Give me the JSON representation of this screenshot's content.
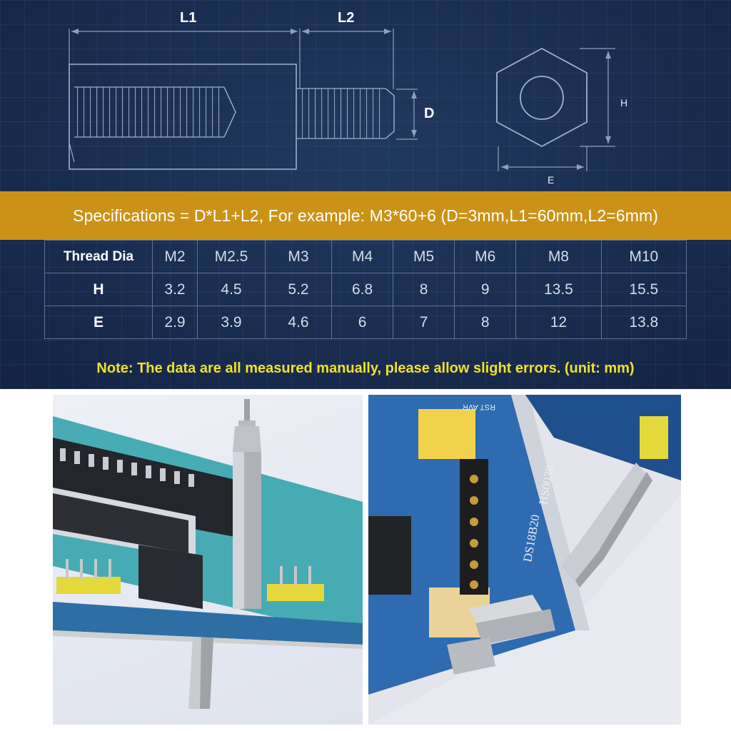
{
  "diagram": {
    "labels": {
      "l1": "L1",
      "l2": "L2",
      "d": "D",
      "h": "H",
      "e": "E"
    }
  },
  "banner": {
    "text": "Specifications = D*L1+L2, For example: M3*60+6 (D=3mm,L1=60mm,L2=6mm)"
  },
  "table": {
    "header": {
      "label": "Thread Dia",
      "cells": [
        "M2",
        "M2.5",
        "M3",
        "M4",
        "M5",
        "M6",
        "M8",
        "M10"
      ]
    },
    "rows": [
      {
        "label": "H",
        "cells": [
          "3.2",
          "4.5",
          "5.2",
          "6.8",
          "8",
          "9",
          "13.5",
          "15.5"
        ]
      },
      {
        "label": "E",
        "cells": [
          "2.9",
          "3.9",
          "4.6",
          "6",
          "7",
          "8",
          "12",
          "13.8"
        ]
      }
    ]
  },
  "note": "Note: The data are all measured manually, please allow slight errors. (unit: mm)",
  "photos": {
    "left": {
      "pcb_text": ""
    },
    "right": {
      "pcb_text_1": "DS18B20",
      "pcb_text_2": "HS0038",
      "pcb_text_3": "RST AVR"
    }
  },
  "colors": {
    "background": "#182c4e",
    "banner": "#ca9317",
    "note": "#f1e12c",
    "line": "#9fb1cf"
  }
}
